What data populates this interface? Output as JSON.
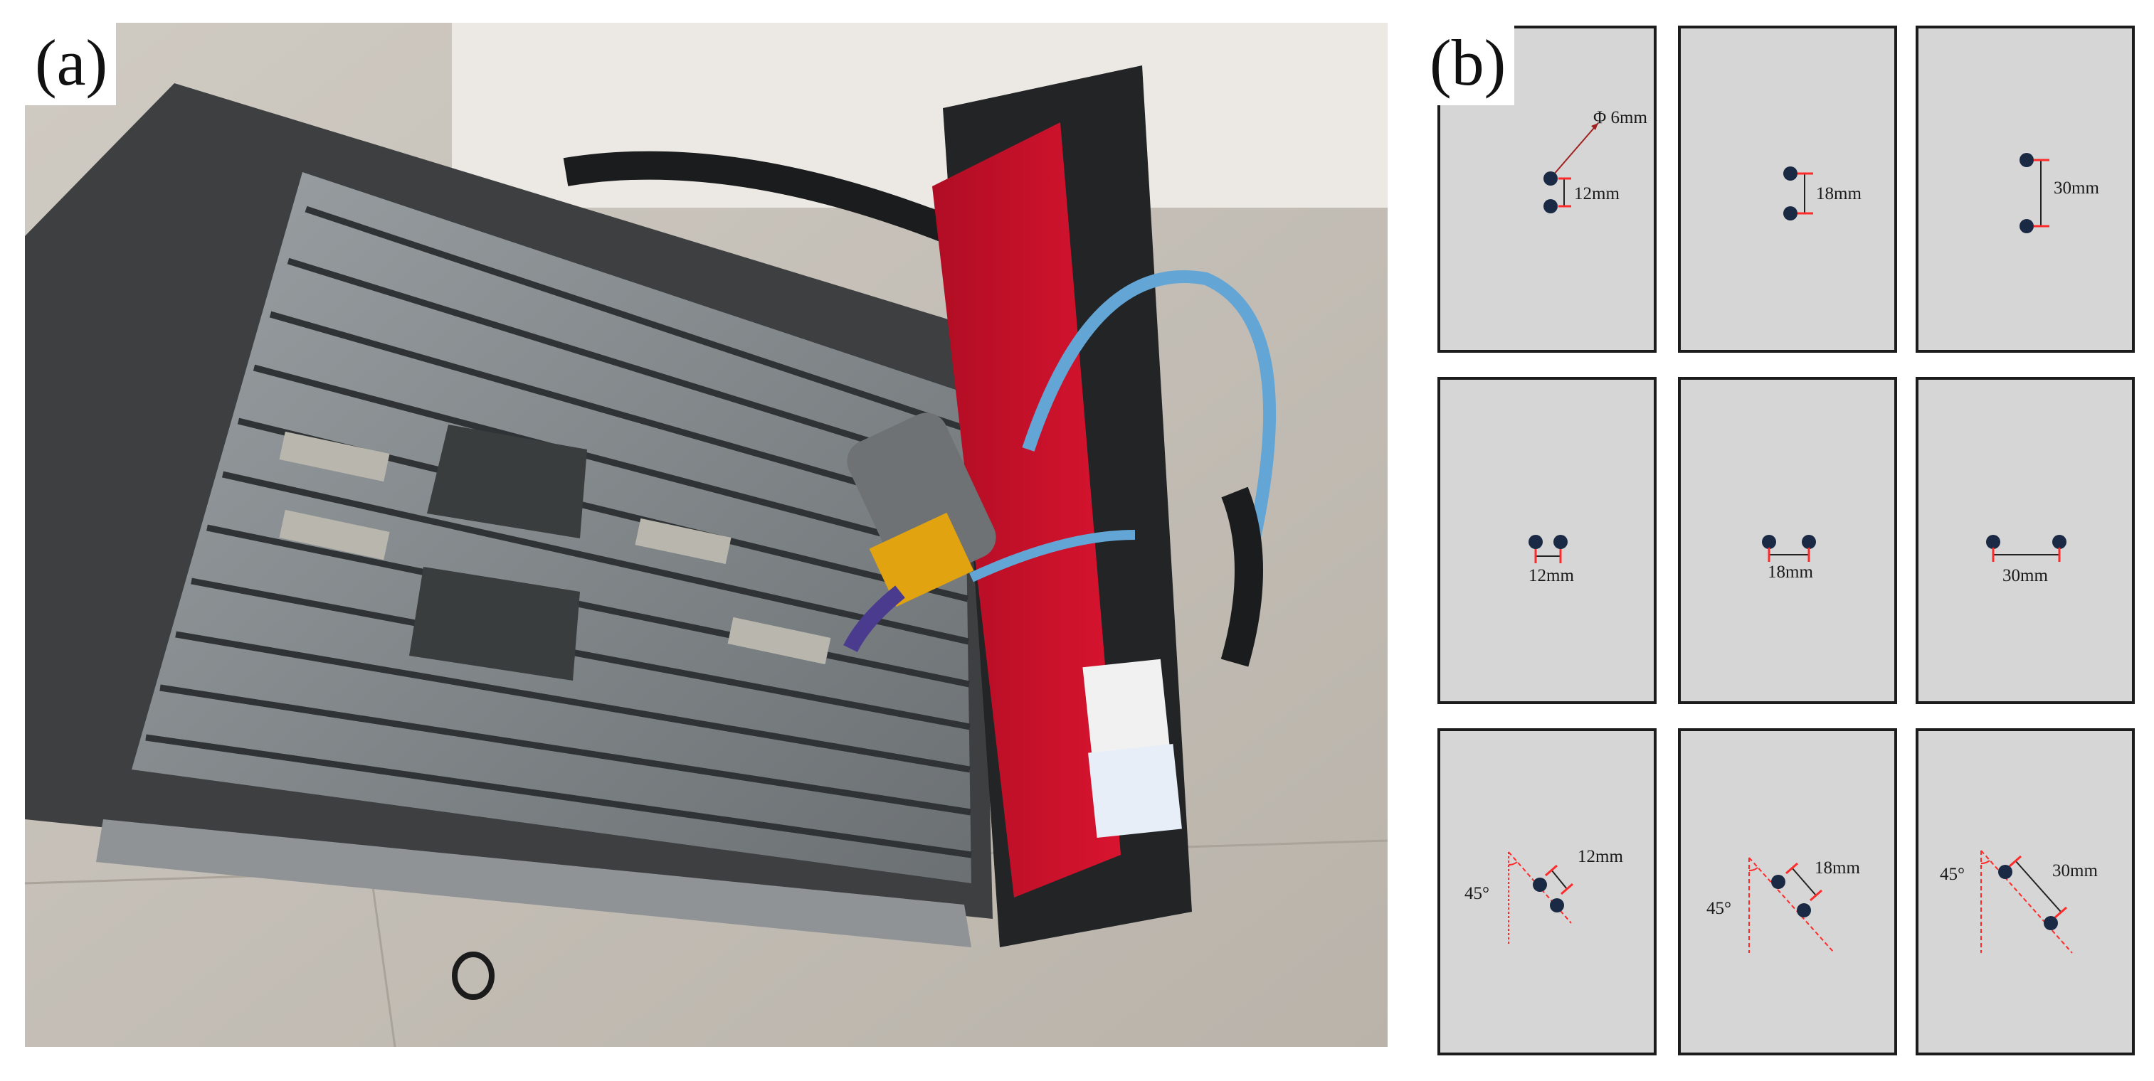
{
  "figure": {
    "panel_a_label": "(a)",
    "panel_b_label": "(b)"
  },
  "samples": {
    "row1": {
      "s1": {
        "diameter": "Φ 6mm",
        "spacing": "12mm"
      },
      "s2": {
        "spacing": "18mm"
      },
      "s3": {
        "spacing": "30mm"
      }
    },
    "row2": {
      "s1": {
        "spacing": "12mm"
      },
      "s2": {
        "spacing": "18mm"
      },
      "s3": {
        "spacing": "30mm"
      }
    },
    "row3": {
      "s1": {
        "angle": "45°",
        "spacing": "12mm"
      },
      "s2": {
        "angle": "45°",
        "spacing": "18mm"
      },
      "s3": {
        "angle": "45°",
        "spacing": "30mm"
      }
    }
  },
  "colors": {
    "sample_fill": "#d6d6d6",
    "hole": "#1b2a44",
    "dimension_marker": "#ff2a2a",
    "machine_red": "#c8102e"
  }
}
